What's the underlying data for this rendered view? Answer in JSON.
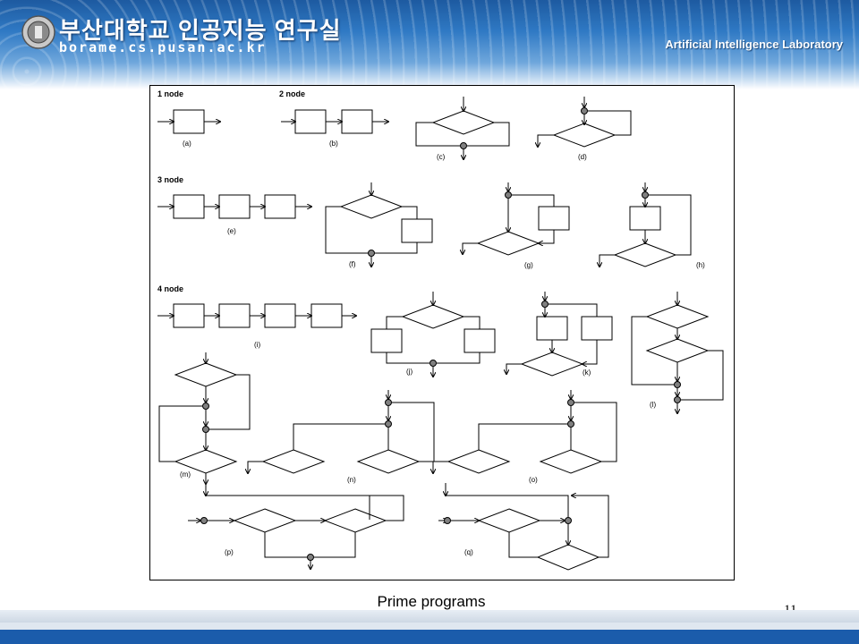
{
  "header": {
    "university_title": "부산대학교 인공지능 연구실",
    "domain": "borame.cs.pusan.ac.kr",
    "lab_name": "Artificial Intelligence Laboratory"
  },
  "figure": {
    "group_labels": [
      "1 node",
      "2 node",
      "3 node",
      "4 node"
    ],
    "item_labels": [
      "(a)",
      "(b)",
      "(c)",
      "(d)",
      "(e)",
      "(f)",
      "(g)",
      "(h)",
      "(i)",
      "(j)",
      "(k)",
      "(l)",
      "(m)",
      "(n)",
      "(o)",
      "(p)",
      "(q)"
    ]
  },
  "caption": "Prime programs",
  "page_number": "11",
  "colors": {
    "header_blue": "#2f79c4",
    "footer_blue": "#1b5cab",
    "node_gray": "#808080"
  }
}
